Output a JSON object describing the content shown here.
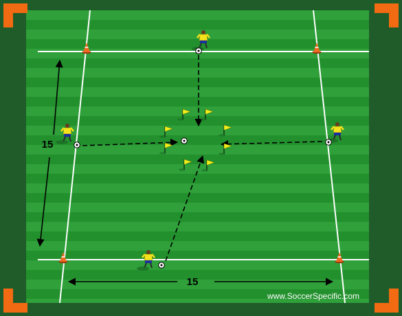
{
  "diagram": {
    "labels": {
      "vertical_dimension": "15",
      "horizontal_dimension": "15",
      "watermark": "www.SoccerSpecific.com"
    },
    "colors": {
      "border": "#1f5c2a",
      "stripe_light": "#2fa03a",
      "stripe_dark": "#23902e",
      "pitch_line": "#ffffff",
      "corner_marker": "#f26a12",
      "cone": "#ef6a1f",
      "flag": "#f2ee1c",
      "player_shirt": "#f4e21c",
      "player_shorts": "#1b2f9e",
      "run_line": "#000000"
    },
    "elements": {
      "players": 4,
      "balls": 5,
      "cones": 4,
      "flags": 8
    }
  }
}
